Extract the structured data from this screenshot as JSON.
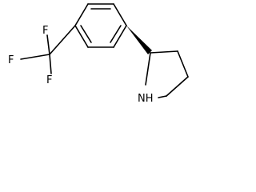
{
  "structure": {
    "atoms": {
      "f1": "F",
      "f2": "F",
      "f3": "F",
      "nh": "NH"
    },
    "colors": {
      "bond": "#000000",
      "label": "#000000",
      "background": "#ffffff"
    }
  }
}
